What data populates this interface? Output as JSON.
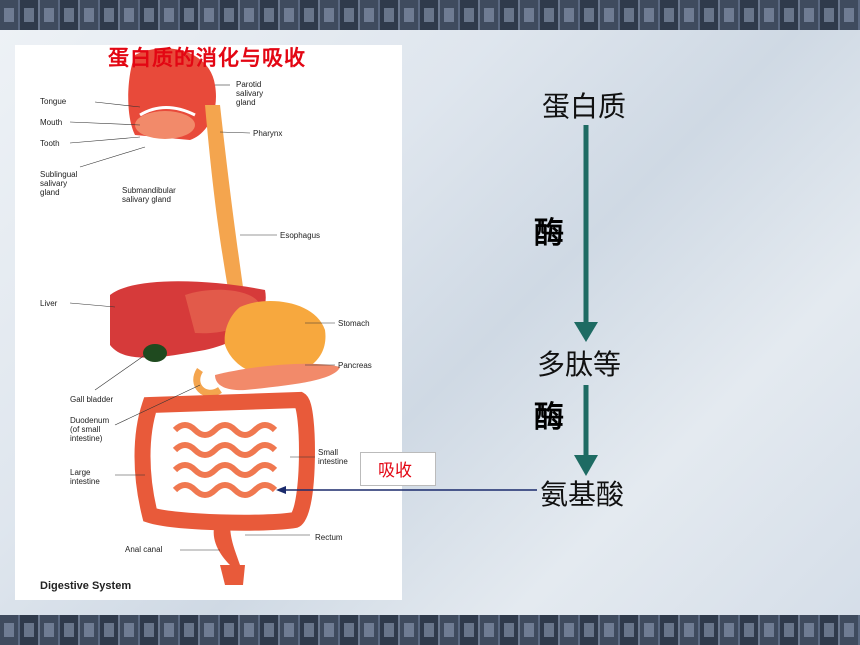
{
  "title": "蛋白质的消化与吸收",
  "diagram": {
    "caption": "Digestive System",
    "labels": {
      "tongue": "Tongue",
      "mouth": "Mouth",
      "tooth": "Tooth",
      "sublingual": "Sublingual\nsalivary\ngland",
      "submandibular": "Submandibular\nsalivary gland",
      "parotid": "Parotid\nsalivary\ngland",
      "pharynx": "Pharynx",
      "esophagus": "Esophagus",
      "liver": "Liver",
      "stomach": "Stomach",
      "pancreas": "Pancreas",
      "gall_bladder": "Gall bladder",
      "duodenum": "Duodenum\n(of small\nintestine)",
      "small_intestine": "Small\nintestine",
      "large_intestine": "Large\nintestine",
      "rectum": "Rectum",
      "anal_canal": "Anal canal"
    }
  },
  "flow": {
    "protein": "蛋白质",
    "enzyme1": "酶",
    "polypeptide": "多肽等",
    "enzyme2": "酶",
    "amino_acid": "氨基酸",
    "absorption": "吸收"
  },
  "colors": {
    "arrow": "#1e6b63",
    "title": "#e30613",
    "absorb_arrow": "#1a2a6c"
  }
}
